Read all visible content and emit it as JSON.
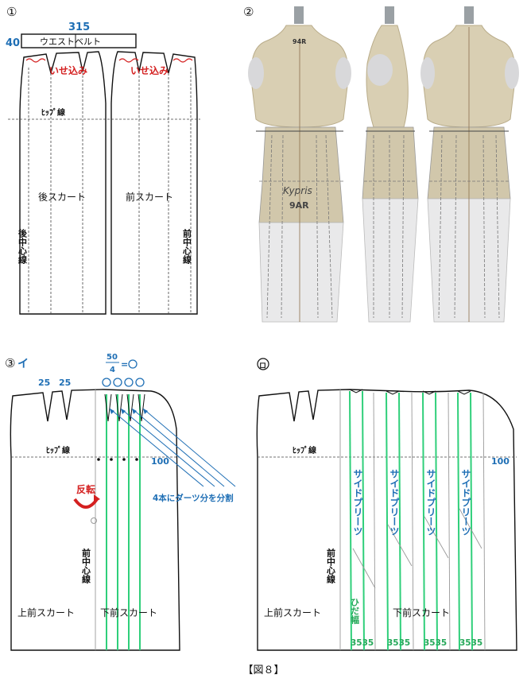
{
  "figure": {
    "caption": "【図８】",
    "panel1": {
      "number": "①",
      "waist_len": "315",
      "belt_width": "40",
      "belt_label": "ウエストベルト",
      "ease_left": "いせ込み",
      "ease_right": "いせ込み",
      "hip_line": "ﾋｯﾌﾟ線",
      "back_skirt": "後スカート",
      "front_skirt": "前スカート",
      "back_center": "後中心線",
      "front_center": "前中心線"
    },
    "panel2": {
      "number": "②",
      "size_tag": "94R",
      "brand": "Kypris",
      "size_big": "9AR"
    },
    "panel3": {
      "number": "③",
      "sub": "イ",
      "frac_num": "50",
      "frac_den": "4",
      "frac_eq": "=",
      "dart1": "25",
      "dart2": "25",
      "hip_line": "ﾋｯﾌﾟ線",
      "hip_val": "100",
      "flip": "反転",
      "split_note": "4本にダーツ分を分割",
      "front_center": "前中心線",
      "upper_skirt": "上前スカート",
      "lower_skirt": "下前スカート"
    },
    "panel4": {
      "number": "ロ",
      "hip_line": "ﾋｯﾌﾟ線",
      "hip_val": "100",
      "pleat1": "サイドプリーツ",
      "pleat2": "サイドプリーツ",
      "pleat3": "サイドプリーツ",
      "pleat4": "サイドプリーツ",
      "front_center": "前中心線",
      "upper_skirt": "上前スカート",
      "lower_skirt": "下前スカート",
      "pleat_width": "ひだ幅",
      "w1": "3535",
      "w2": "3535",
      "w3": "3535",
      "w4": "3535"
    },
    "colors": {
      "accent_blue": "#1f6fb5",
      "accent_red": "#d42020",
      "accent_green": "#2fcf7a"
    }
  }
}
